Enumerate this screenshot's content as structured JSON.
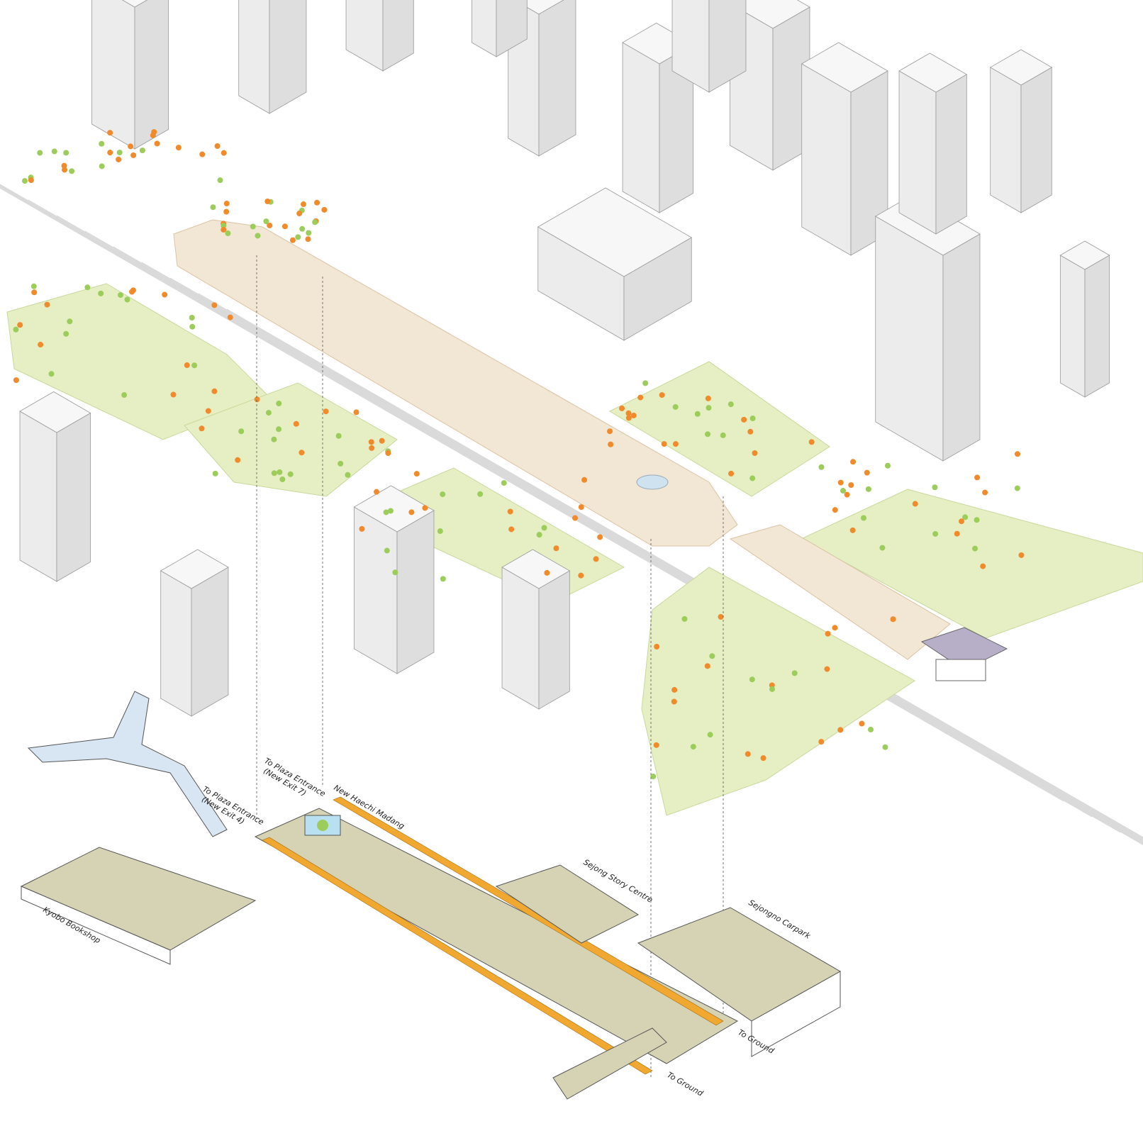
{
  "labels": {
    "exit7_line1": "To Plaza Entrance",
    "exit7_line2": "(New Exit 7)",
    "exit4_line1": "To Plaza Entrance",
    "exit4_line2": "(New Exit 4)",
    "haechi": "New Haechi Madang",
    "sejong_story": "Sejong Story Centre",
    "kyobo": "Kyobo Bookshop",
    "carpark": "Sejongno Carpark",
    "to_ground_1": "To Ground",
    "to_ground_2": "To Ground"
  },
  "colors": {
    "plaza": "#f2e6d4",
    "park": "#e6efc4",
    "underground_floor": "#d6d2b4",
    "corridor_accent": "#f0a830",
    "tree_orange": "#f08a2a",
    "tree_green": "#9ccc5a",
    "palace_roof": "#b7aec8"
  }
}
